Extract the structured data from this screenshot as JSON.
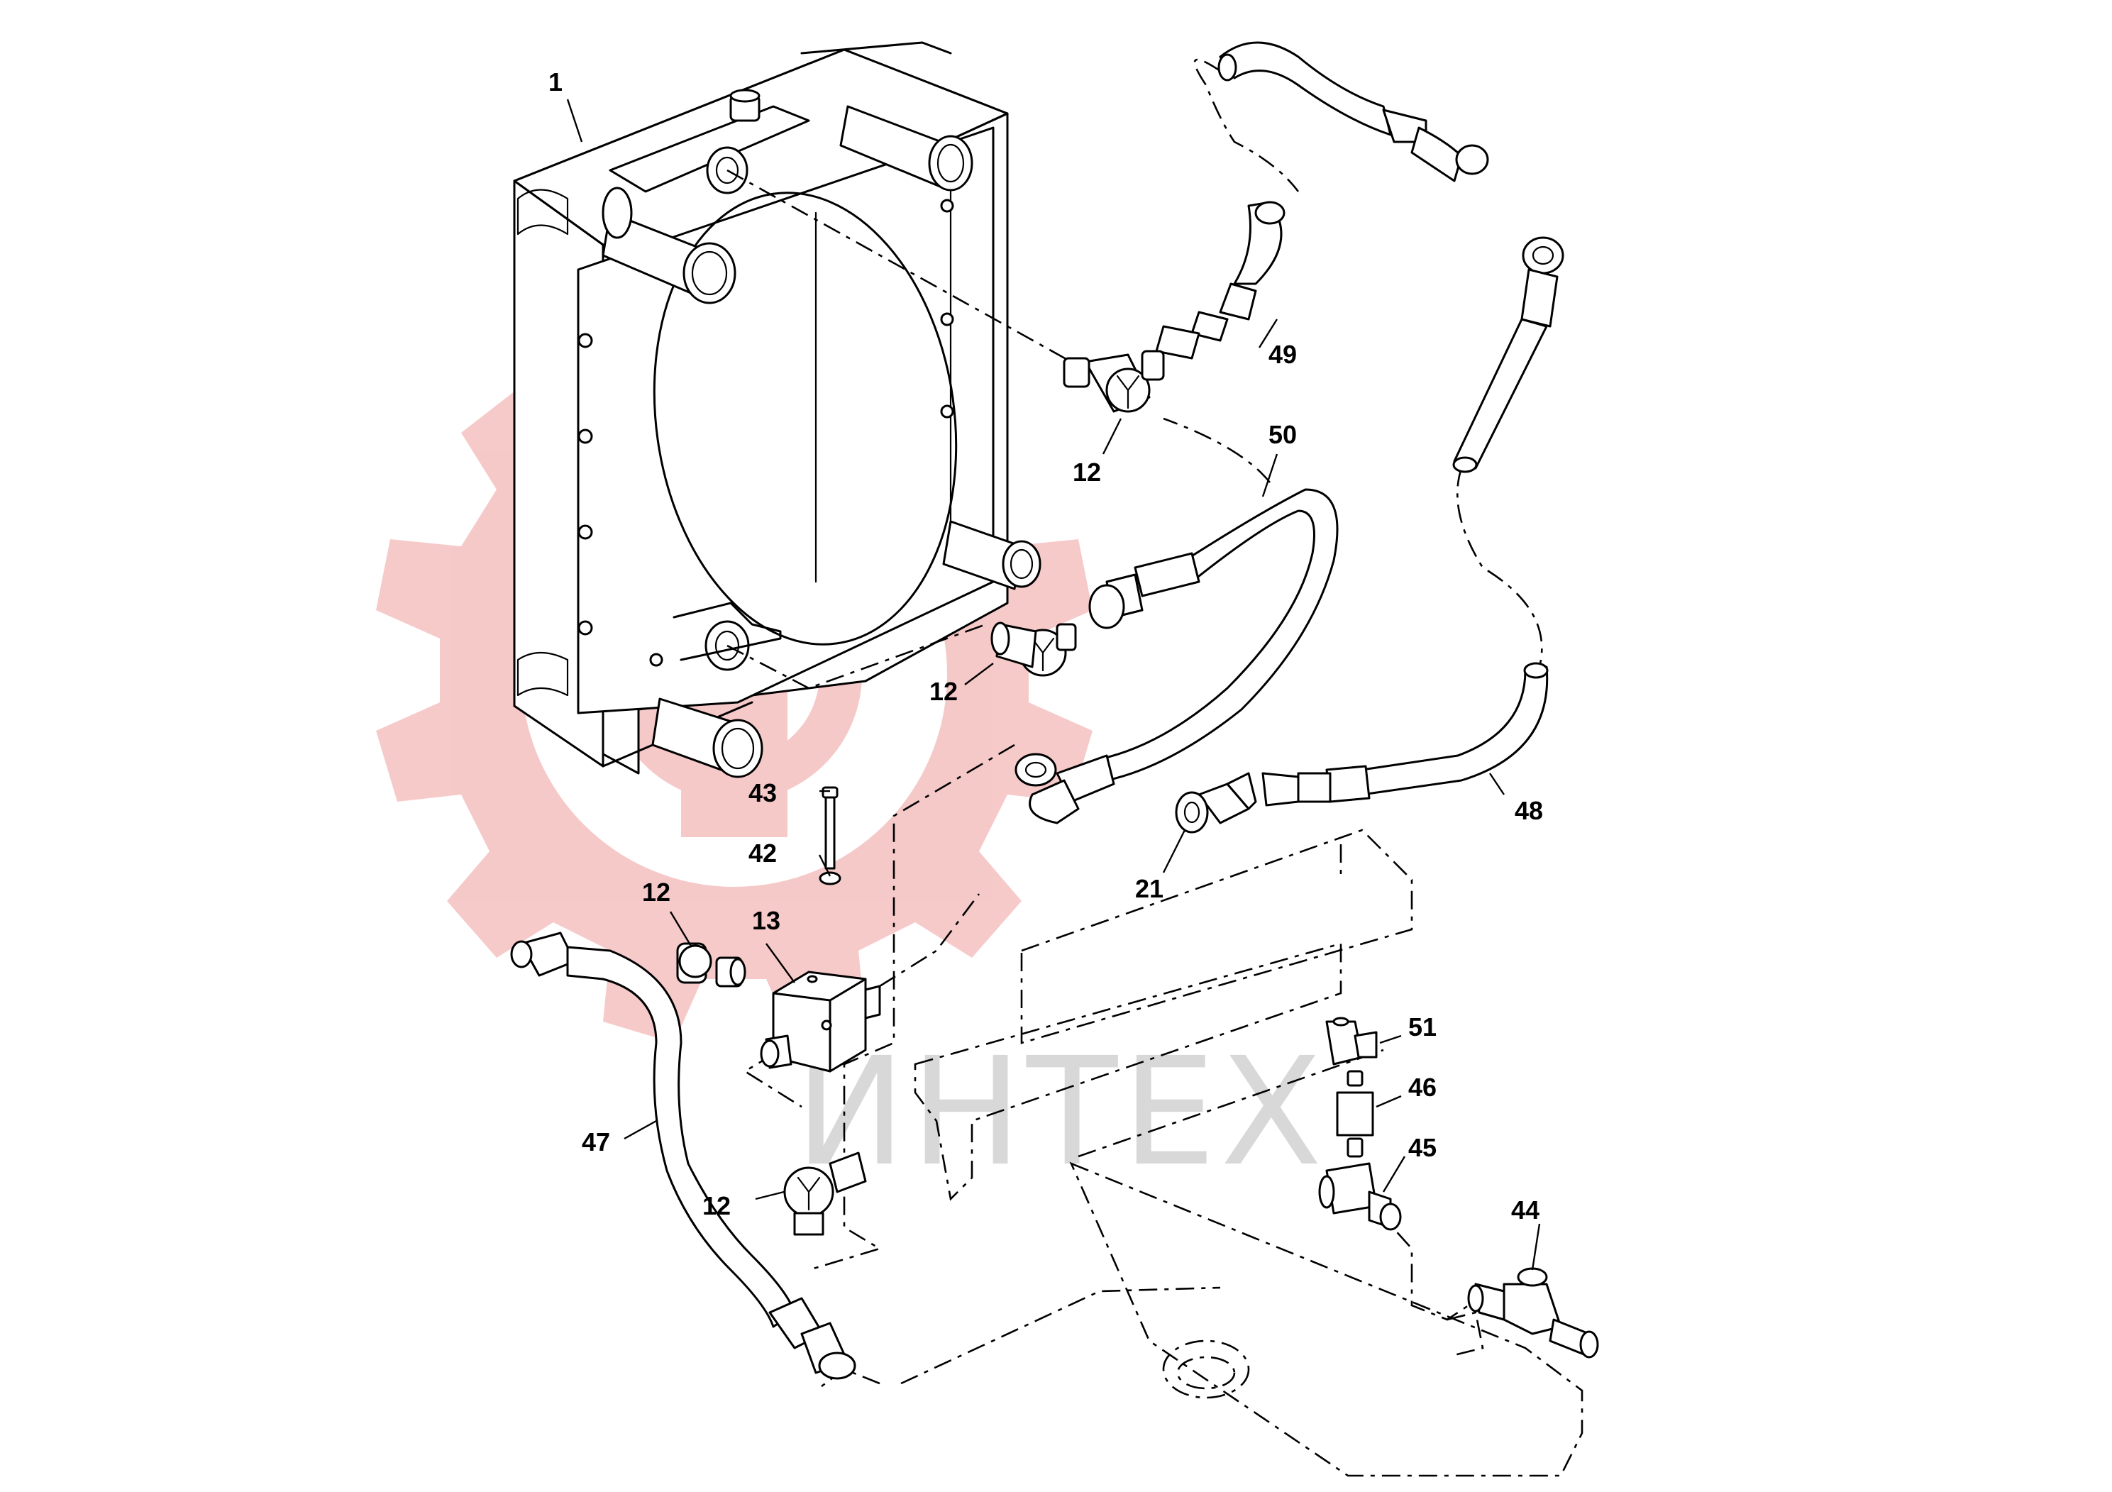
{
  "watermark": {
    "text": "ИНТЕХ",
    "logo": "gear-logo",
    "logo_color": "#f4b8b8",
    "text_color": "#d8d8d8"
  },
  "parts": {
    "radiator": "1",
    "elbow_top": "12",
    "elbow_mid": "12",
    "elbow_left": "12",
    "elbow_bottom": "12",
    "block": "13",
    "adapter": "21",
    "washer": "42",
    "bolt": "43",
    "tee_right": "44",
    "tee_mid": "45",
    "nipple": "46",
    "hose_left": "47",
    "hose_right": "48",
    "hose_top": "49",
    "hose_mid": "50",
    "elbow_small": "51"
  }
}
